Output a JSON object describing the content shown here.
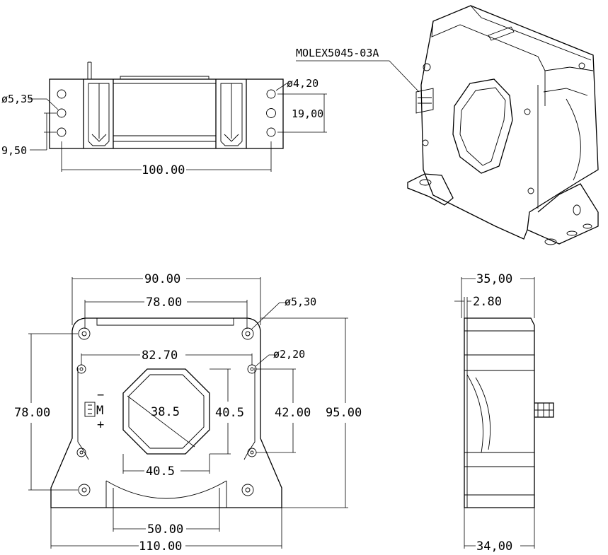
{
  "connector_label": "MOLEX5045-03A",
  "top_view": {
    "hole_large": "ø5,35",
    "hole_small": "ø4,20",
    "hole_pitch_vertical": "19,00",
    "hole_offset": "9,50",
    "hole_span": "100.00"
  },
  "front_view": {
    "outer_width": "90.00",
    "inner_hole_span": "78.00",
    "mount_hole": "ø5,30",
    "small_hole_span": "82.70",
    "small_hole": "ø2,20",
    "window_diagonal": "38.5",
    "window_height": "40.5",
    "window_width": "40.5",
    "small_hole_pitch": "42.00",
    "total_height": "95.00",
    "mount_hole_pitch": "78.00",
    "foot_inner": "50.00",
    "base_width": "110.00",
    "minus_sign": "−",
    "plus_sign": "+",
    "connector_mark": "M"
  },
  "side_view": {
    "total_depth": "35,00",
    "flange_thickness": "2.80",
    "body_depth": "34,00"
  }
}
